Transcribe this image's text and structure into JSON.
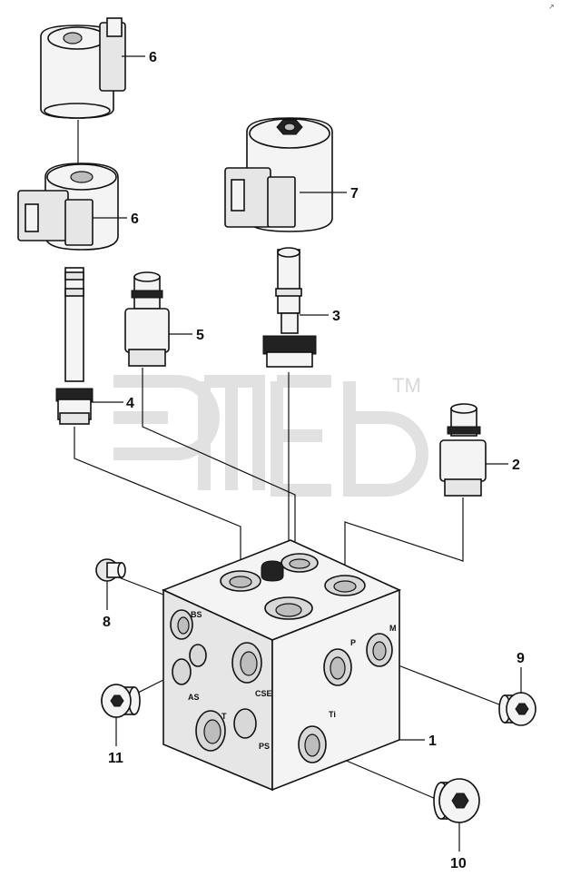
{
  "figure": {
    "corner_mark": "↗",
    "watermark_tm": "TM"
  },
  "callouts": {
    "p1": "1",
    "p2": "2",
    "p3": "3",
    "p4": "4",
    "p5": "5",
    "p6a": "6",
    "p6b": "6",
    "p7": "7",
    "p8": "8",
    "p9": "9",
    "p10": "10",
    "p11": "11"
  },
  "ports": {
    "bs": "BS",
    "as": "AS",
    "cse": "CSE",
    "p": "P",
    "m": "M",
    "t": "T",
    "ps": "PS",
    "ti": "Ti"
  }
}
